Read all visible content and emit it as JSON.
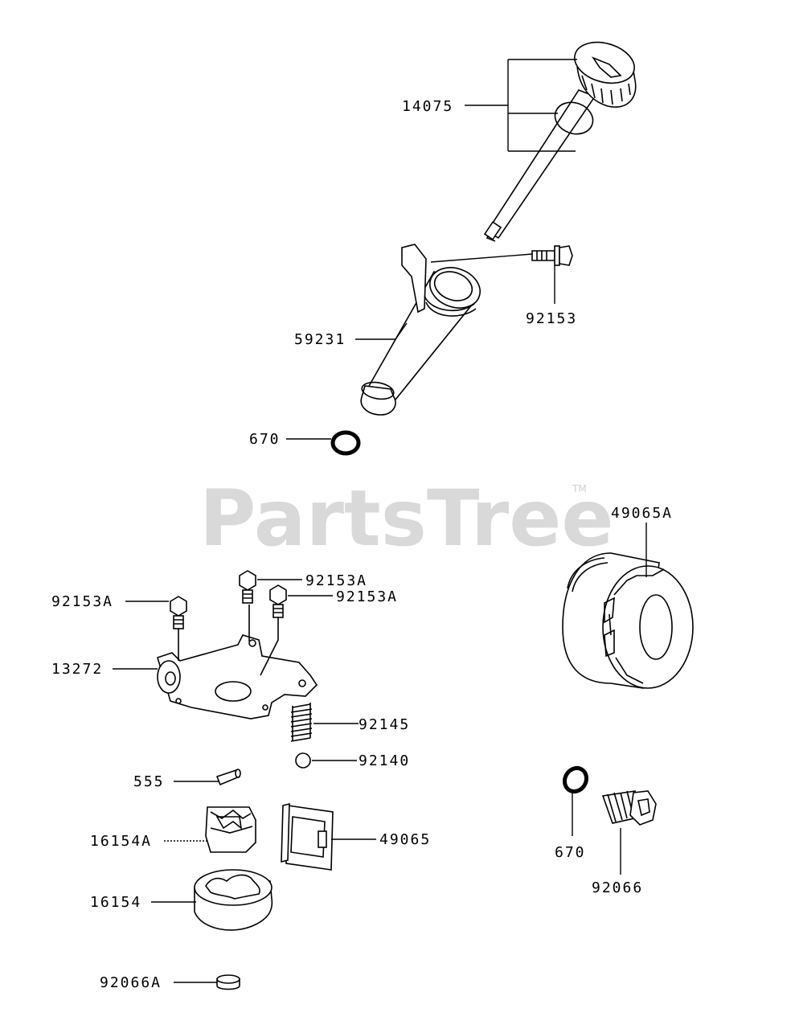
{
  "watermark": {
    "text": "PartsTree",
    "tm": "TM"
  },
  "labels": {
    "l14075": "14075",
    "l92153": "92153",
    "l59231": "59231",
    "l670_top": "670",
    "l49065A": "49065A",
    "l92153A_1": "92153A",
    "l92153A_2": "92153A",
    "l92153A_3": "92153A",
    "l13272": "13272",
    "l92145": "92145",
    "l92140": "92140",
    "l555": "555",
    "l16154A": "16154A",
    "l49065": "49065",
    "l16154": "16154",
    "l92066A": "92066A",
    "l670_bottom": "670",
    "l92066": "92066"
  }
}
